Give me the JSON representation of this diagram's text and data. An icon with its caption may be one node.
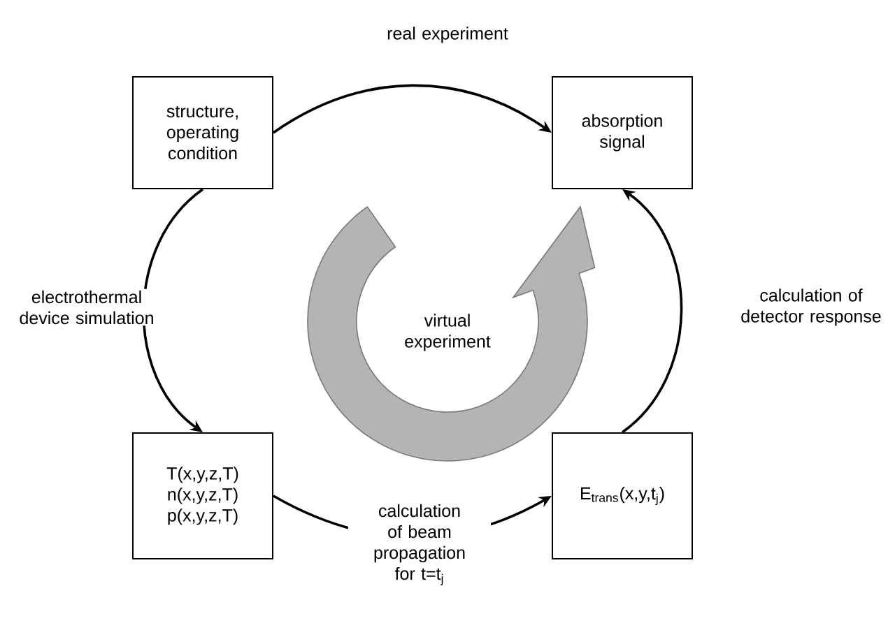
{
  "diagram": {
    "nodes": [
      {
        "text": [
          "structure, operating condition"
        ]
      },
      {
        "text": [
          "absorption signal"
        ]
      },
      {
        "text": [
          "T(x,y,z,T)",
          "n(x,y,z,T)",
          "p(x,y,z,T)"
        ]
      },
      {
        "text": [
          "E$_{trans}$(x,y,t$_{j}$)"
        ]
      }
    ],
    "edges": [
      {
        "from": 0,
        "to": 1,
        "arrow": "to",
        "label": "real experiment"
      },
      {
        "from": 0,
        "to": 2,
        "arrow": "to",
        "label": "electrothermal device simulation"
      },
      {
        "from": 2,
        "to": 3,
        "arrow": "to",
        "label": "calculation of beam propagation for t=t$_{j}$"
      },
      {
        "from": 3,
        "to": 1,
        "arrow": "to",
        "label": "calculation of detector response"
      }
    ],
    "labels": [
      "virtual experiment"
    ]
  }
}
